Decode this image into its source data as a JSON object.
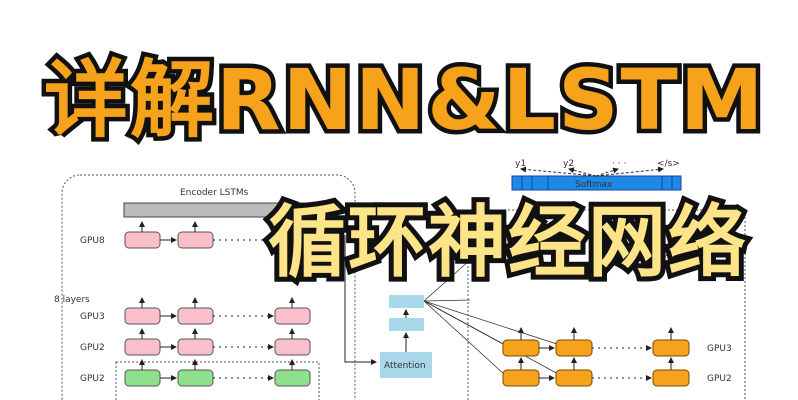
{
  "title": {
    "line1": "详解RNN&LSTM",
    "line2": "循环神经网络"
  },
  "encoder": {
    "label": "Encoder LSTMs",
    "layers_label": "8 layers",
    "rows": [
      "GPU8",
      "GPU3",
      "GPU2",
      "GPU2"
    ]
  },
  "attention": {
    "label": "Attention"
  },
  "decoder": {
    "softmax_label": "Softmax",
    "outputs": [
      "y1",
      "y2",
      "· · ·",
      "</s>"
    ],
    "rows": [
      "GPU3",
      "GPU2"
    ]
  },
  "colors": {
    "title1": "#f7a21b",
    "title2": "#fde488",
    "encoder_box": "#f9c0cb",
    "bidir_box": "#8fe08a",
    "decoder_box": "#f7a21b",
    "softmax": "#1e88e5",
    "attention": "#a8d8ea"
  }
}
